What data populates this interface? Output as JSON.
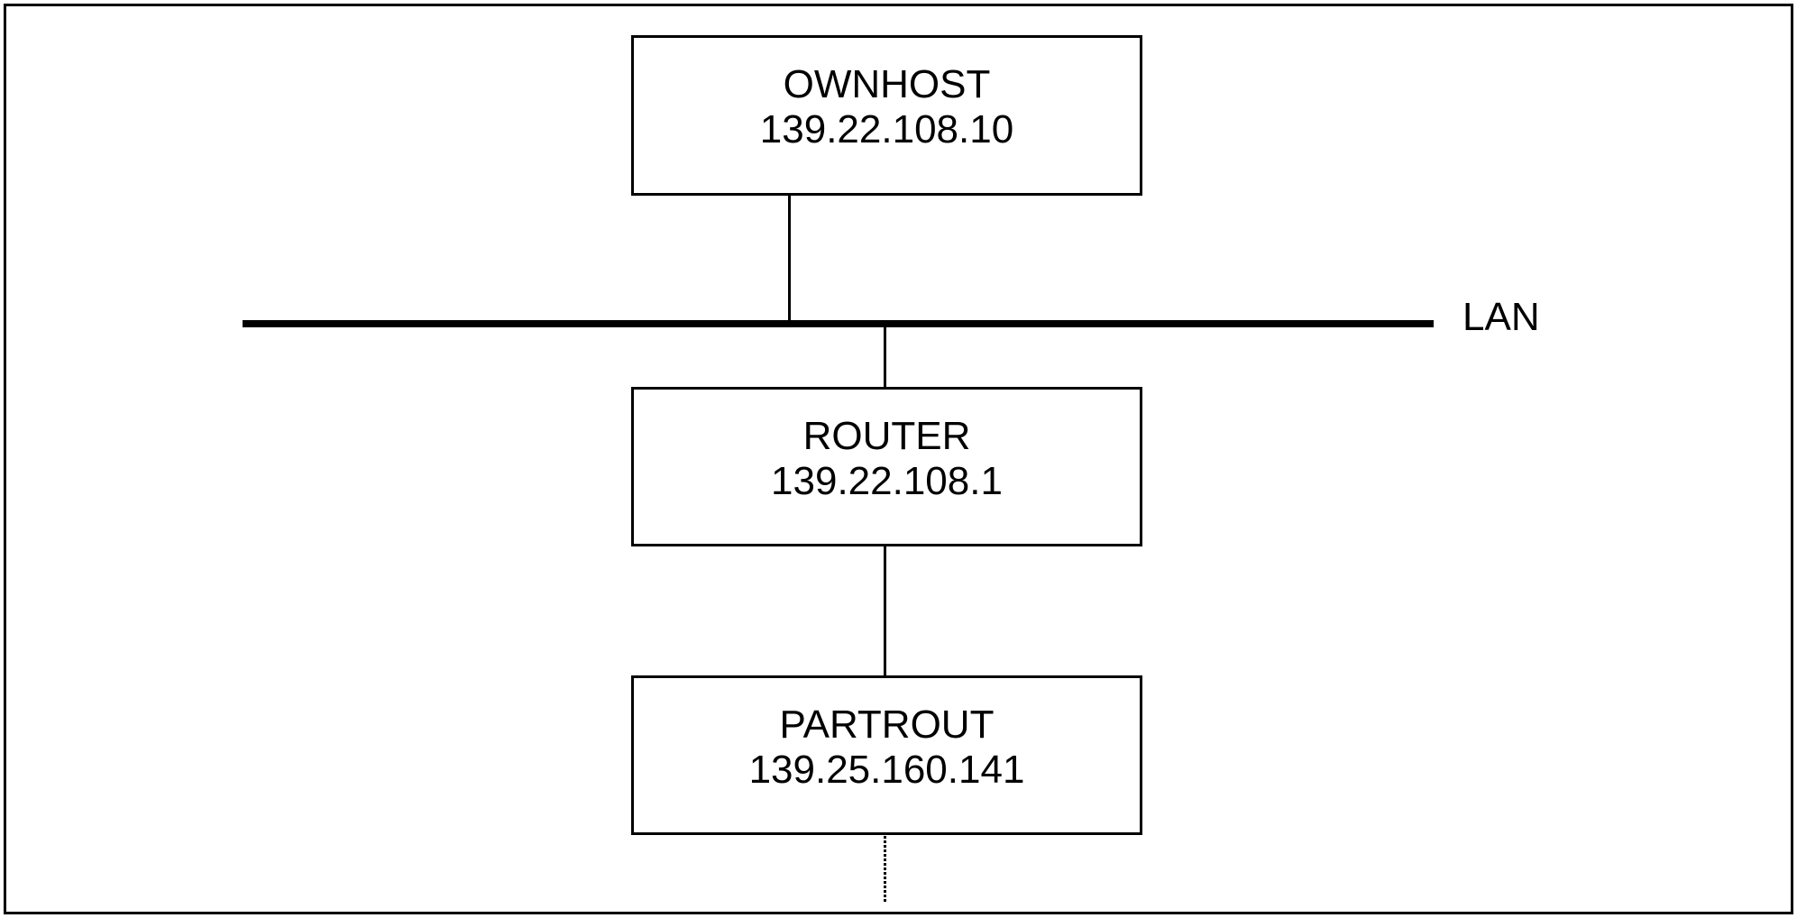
{
  "diagram": {
    "type": "network-topology",
    "nodes": [
      {
        "id": "ownhost",
        "name": "OWNHOST",
        "address": "139.22.108.10"
      },
      {
        "id": "router",
        "name": "ROUTER",
        "address": "139.22.108.1"
      },
      {
        "id": "partrout",
        "name": "PARTROUT",
        "address": "139.25.160.141"
      }
    ],
    "lan": {
      "label": "LAN"
    },
    "edges": [
      {
        "from": "ownhost",
        "to": "lan",
        "style": "solid"
      },
      {
        "from": "lan",
        "to": "router",
        "style": "solid"
      },
      {
        "from": "router",
        "to": "partrout",
        "style": "solid"
      },
      {
        "from": "partrout",
        "to": "offpage",
        "style": "dotted"
      }
    ],
    "colors": {
      "stroke": "#000000",
      "background": "#ffffff"
    }
  }
}
